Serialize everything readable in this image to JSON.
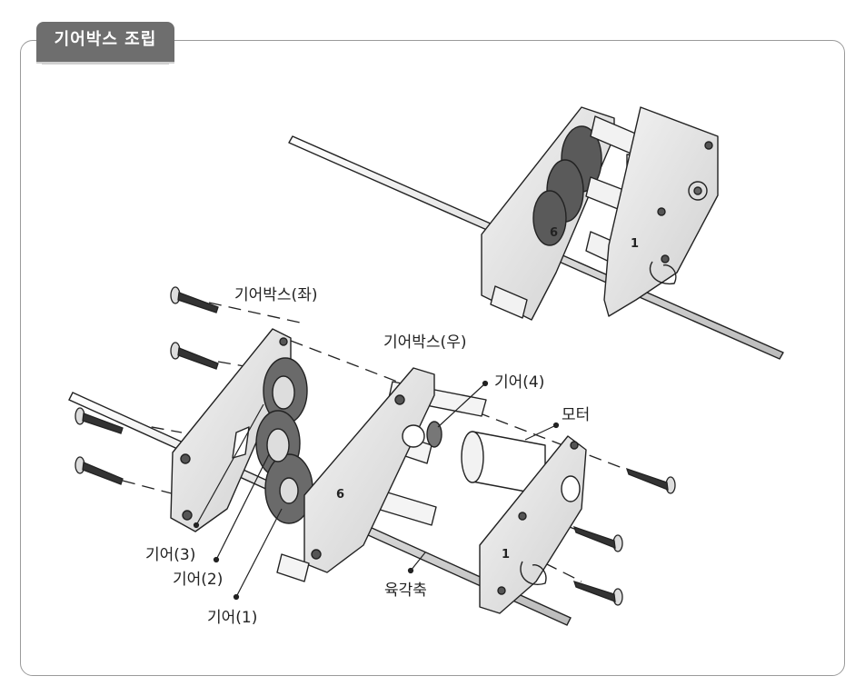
{
  "title": "기어박스 조립",
  "labels": {
    "gearbox_left": "기어박스(좌)",
    "gearbox_right": "기어박스(우)",
    "gear4": "기어(4)",
    "motor": "모터",
    "gear3": "기어(3)",
    "gear2": "기어(2)",
    "gear1": "기어(1)",
    "hex_shaft": "육각축"
  },
  "part_marks": {
    "six": "6",
    "one": "1"
  },
  "colors": {
    "frame_border": "#9a9a9a",
    "tab": "#6e6e6e",
    "line": "#222222",
    "plate": "#e6e6e6"
  }
}
